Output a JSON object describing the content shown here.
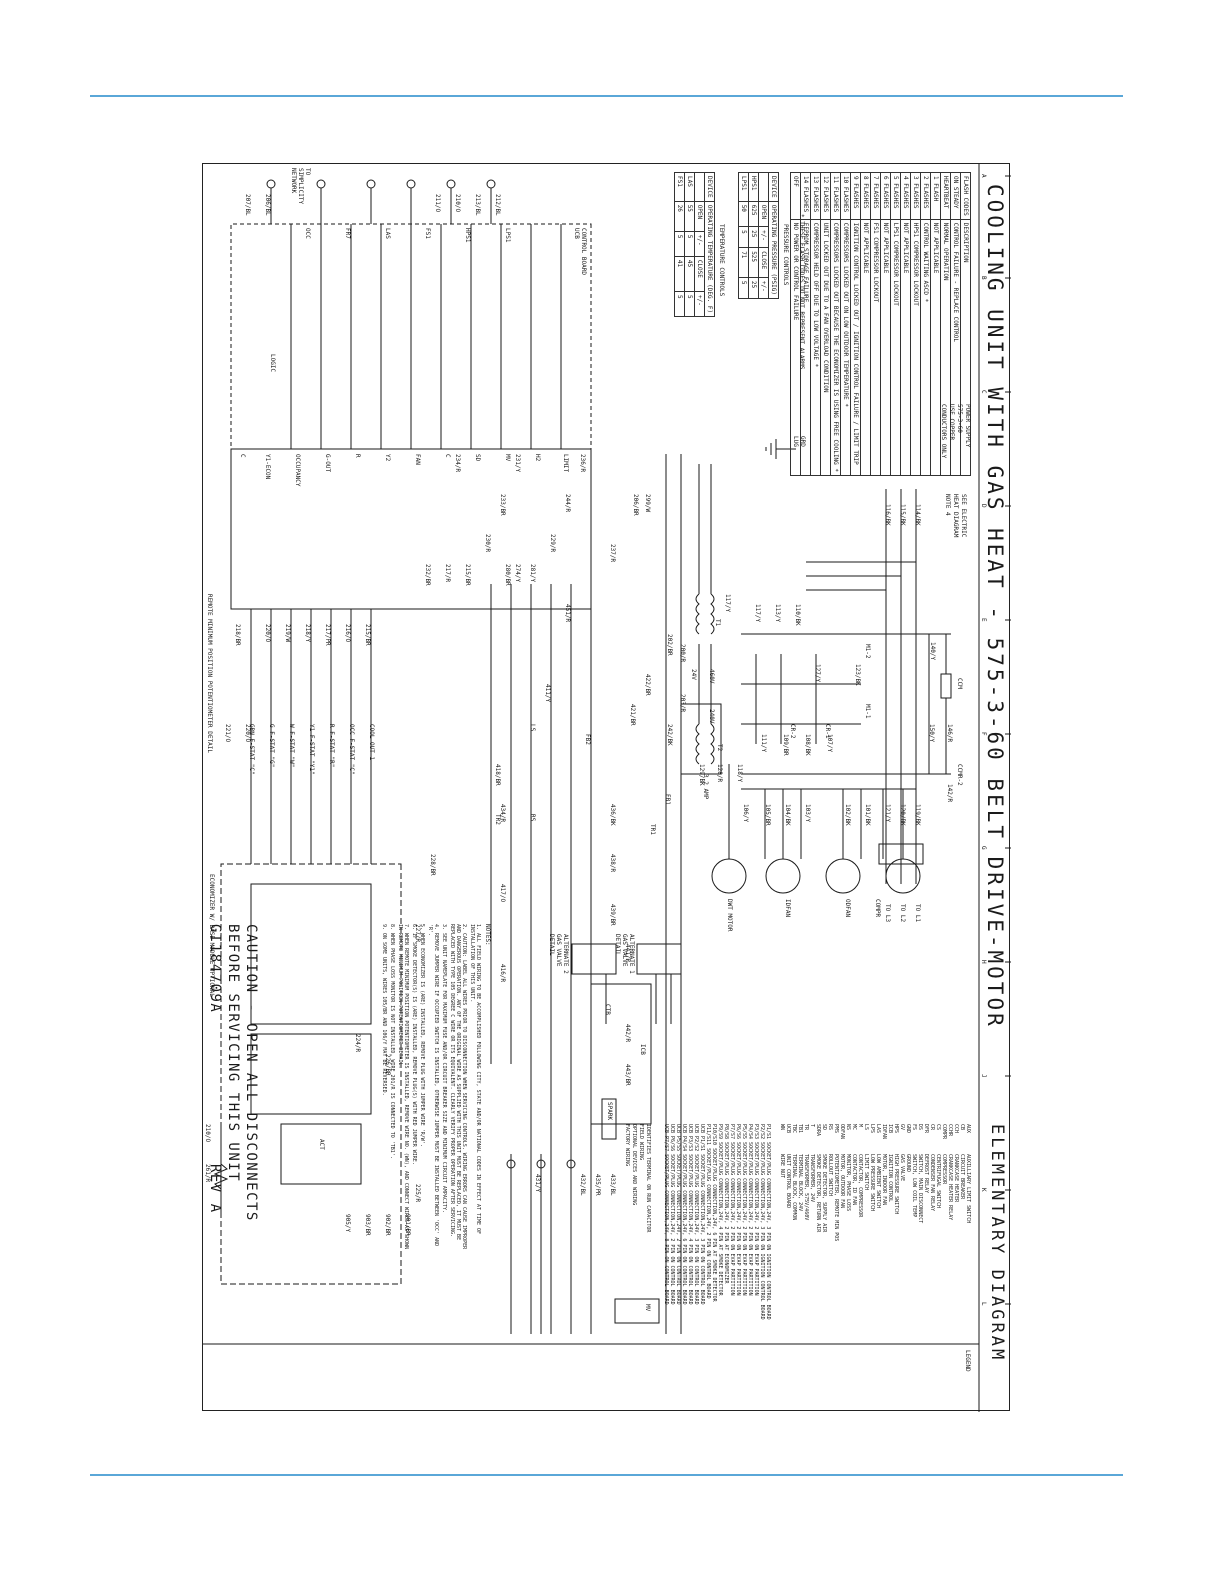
{
  "title_bar": {
    "main_title": "COOLING UNIT WITH GAS HEAT - 575-3-60 BELT DRIVE-MOTOR",
    "secondary_title": "ELEMENTARY DIAGRAM"
  },
  "grid_letters": [
    "A",
    "B",
    "C",
    "D",
    "E",
    "F",
    "G",
    "H",
    "J",
    "K",
    "L"
  ],
  "flash_codes": {
    "header": [
      "FLASH CODES",
      "DESCRIPTION"
    ],
    "rows": [
      [
        "ON STEADY",
        "CONTROL FAILURE - REPLACE CONTROL"
      ],
      [
        "HEARTBEAT",
        "NORMAL OPERATION"
      ],
      [
        "1 FLASH",
        "NOT APPLICABLE"
      ],
      [
        "2 FLASHES",
        "CONTROL WAITING ASCD *"
      ],
      [
        "3 FLASHES",
        "HPS1 COMPRESSOR LOCKOUT"
      ],
      [
        "4 FLASHES",
        "NOT APPLICABLE"
      ],
      [
        "5 FLASHES",
        "LPS1 COMPRESSOR LOCKOUT"
      ],
      [
        "6 FLASHES",
        "NOT APPLICABLE"
      ],
      [
        "7 FLASHES",
        "FS1 COMPRESSOR LOCKOUT"
      ],
      [
        "8 FLASHES",
        "NOT APPLICABLE"
      ],
      [
        "9 FLASHES",
        "IGNITION CONTROL LOCKED OUT / IGNITION CONTROL FAILURE / LIMIT TRIP"
      ],
      [
        "10 FLASHES",
        "COMPRESSORS LOCKED OUT ON LOW OUTDOOR TEMPERATURE *"
      ],
      [
        "11 FLASHES",
        "COMPRESSORS LOCKED OUT BECAUSE THE ECONOMIZER IS USING FREE COOLING *"
      ],
      [
        "12 FLASHES",
        "UNIT LOCKED OUT DUE TO A FAN OVERLOAD CONDITION"
      ],
      [
        "13 FLASHES",
        "COMPRESSOR HELD OFF DUE TO LOW VOLTAGE *"
      ],
      [
        "14 FLASHES",
        "EEPROM STORAGE FAILURE"
      ],
      [
        "OFF",
        "NO POWER OR CONTROL FAILURE"
      ]
    ],
    "footnote": "* THESE FLASH CODES DO NOT REPRESENT ALARMS"
  },
  "pressure_controls": {
    "title": "PRESSURE CONTROLS",
    "header": [
      "DEVICE",
      "OPERATING PRESSURE (PSIG)"
    ],
    "subheader": [
      "",
      "OPEN",
      "+/-",
      "CLOSE",
      "+/-"
    ],
    "rows": [
      [
        "HPS1",
        "625",
        "25",
        "525",
        "25"
      ],
      [
        "LPS1",
        "50",
        "5",
        "71",
        "5"
      ]
    ]
  },
  "temperature_controls": {
    "title": "TEMPERATURE CONTROLS",
    "header": [
      "DEVICE",
      "OPERATING TEMPERATURE (DEG. F)"
    ],
    "subheader": [
      "",
      "OPEN",
      "+/-",
      "CLOSE",
      "+/-"
    ],
    "rows": [
      [
        "LAS",
        "55",
        "5",
        "45",
        "5"
      ],
      [
        "FS1",
        "26",
        "5",
        "41",
        "5"
      ]
    ]
  },
  "power_supply": {
    "label_lines": [
      "POWER SUPPLY",
      "575-3-60",
      "USE COPPER",
      "CONDUCTORS ONLY"
    ],
    "heater_note_lines": [
      "SEE ELECTRIC",
      "HEAT DIAGRAM",
      "NOTE 4"
    ],
    "ground_lines": [
      "GRD",
      "LUG"
    ]
  },
  "components": {
    "ccm": "CCM",
    "ccmr2": "CCMR-2",
    "comp": "COMPR",
    "odfan": "ODFAN",
    "idfan": "IDFAN",
    "dwt_motor": "DWT MOTOR",
    "m1": "M1-1",
    "m2": "M1-2",
    "cr1": "CR-1",
    "cr2": "CR-2",
    "t1": "T1",
    "t2": "T2",
    "ics": "ICB",
    "ctb": "CTB",
    "mv": "MV",
    "spark": "SPARK",
    "lsr": "LS",
    "rs": "RS",
    "fb1": "FB1",
    "fb2": "FB2",
    "tr1": "TR1",
    "tr2": "TR2",
    "fuse": "3.2 AMP",
    "volt_460": "460V",
    "volt_24": "24V",
    "volt_240": "240V"
  },
  "gas_valves": {
    "alt1": [
      "ALTERNATE 1",
      "GAS VALVE",
      "DETAIL"
    ],
    "alt2": [
      "ALTERNATE 2",
      "GAS VALVE",
      "DETAIL"
    ]
  },
  "control_board": {
    "title_lines": [
      "CONTROL BOARD",
      "UCB"
    ],
    "terminals": [
      "LIMIT",
      "H2",
      "MV",
      "SD",
      "C",
      "FAN",
      "Y2",
      "R",
      "G-OUT",
      "OCCUPANCY",
      "Y1-ECON",
      "C"
    ],
    "inputs": [
      "LPS1",
      "HPS1",
      "FS1",
      "LAS",
      "FR7",
      "OCC"
    ],
    "to_simplicity_lines": [
      "TO",
      "SIMPLICITY",
      "NETWORK"
    ],
    "logic": "LOGIC"
  },
  "economizer": {
    "title": "ECONOMIZER W/ BASE MODULE OPTIONAL",
    "terminals": [
      "COOL OUT 1",
      "OCC F-STAT \"C\"",
      "R F-STAT \"R\"",
      "Y1 F-STAT \"Y1\"",
      "W F-STAT \"W\"",
      "G F-STAT \"G\"",
      "GRN F-STAT \"C\"",
      "ACT"
    ]
  },
  "remote_pot": "REMOTE MINIMUM POSITION POTENTIOMETER DETAIL",
  "legend": {
    "title": "LEGEND",
    "items": [
      [
        "AUX",
        "AUXILLIARY LIMIT SWITCH"
      ],
      [
        "CB",
        "CIRCUIT BREAKER"
      ],
      [
        "CCH",
        "CRANKCASE HEATER"
      ],
      [
        "CCHR",
        "CRANKCASE HEATER RELAY"
      ],
      [
        "COMPR",
        "COMPRESSOR"
      ],
      [
        "CS",
        "CENTRIFUGAL SWITCH"
      ],
      [
        "CR",
        "CONDENSER FAN RELAY"
      ],
      [
        "DFR",
        "DEFROST RELAY"
      ],
      [
        "DS",
        "SWITCH, MAIN DISCONNECT"
      ],
      [
        "FS",
        "SWITCH, LOW COIL TEMP"
      ],
      [
        "GND",
        "GROUND"
      ],
      [
        "GV",
        "GAS VALVE"
      ],
      [
        "HPS",
        "HIGH PRESSURE SWITCH"
      ],
      [
        "ICB",
        "IGNITION CONTROL"
      ],
      [
        "IDFAN",
        "MOTOR, INDOOR FAN"
      ],
      [
        "LAS",
        "LOW AMBIENT SWITCH"
      ],
      [
        "LPS",
        "LOW PRESSURE SWITCH"
      ],
      [
        "LS",
        "LIMIT SWITCH"
      ],
      [
        "M",
        "CONTACTOR, COMPRESSOR"
      ],
      [
        "MC",
        "CONTACTOR, ID FAN"
      ],
      [
        "NS",
        "MONITOR, PHASE LOSS"
      ],
      [
        "ODFAN",
        "MOTOR, OUTDOOR FAN"
      ],
      [
        "PMS",
        "POTENTIOMETER, REMOTE MIN POS"
      ],
      [
        "RS",
        "ROLLOUT SWITCH"
      ],
      [
        "SD",
        "SMOKE DETECTOR, SUPPLY AIR"
      ],
      [
        "SDRA",
        "SMOKE DETECTOR, RETURN AIR"
      ],
      [
        "T",
        "TRANSFORMER, 24V"
      ],
      [
        "TR",
        "TRANSFORMER, 575V/460V"
      ],
      [
        "TB1",
        "TERMINAL BLOCK, 24V"
      ],
      [
        "TBC",
        "TERMINAL BLOCK, COMMON"
      ],
      [
        "UCB",
        "UNIT CONTROL BOARD"
      ],
      [
        "WN",
        "WIRE NUT"
      ]
    ],
    "plugs": [
      "P1/S1 SOCKET/PLUG CONNECTION,24V, 3 PIN ON IGNITION CONTROL BOARD",
      "P2/S2 SOCKET/PLUG CONNECTION,24V, 3 PIN ON IGNITION CONTROL BOARD",
      "P3/S3 SOCKET/PLUG CONNECTION,24V, 2 PIN ON EVAP PARTITION",
      "P4/S4 SOCKET/PLUG CONNECTION,24V, 2 PIN ON EVAP PARTITION",
      "P5/S5 SOCKET/PLUG CONNECTION,24V, 2 PIN ON EVAP PARTITION",
      "P6/S6 SOCKET/PLUG CONNECTION,24V, 2 PIN ON EVAP PARTITION",
      "P7/S7 SOCKET/PLUG CONNECTION,24V, 2 PIN ON EVAP PARTITION",
      "P8/S8 SOCKET/PLUG CONNECTION,24V, 2 PIN AT ECONOMIZER",
      "P9/S9 SOCKET/PLUG CONNECTION,24V, 4 PIN AT SMOKE DETECTOR",
      "P10/S10 SOCKET/PLUG CONNECTION,24V, 6 PIN AT SMOKE DETECTOR",
      "P11/S11 SOCKET/PLUG CONNECTION,24V, 2 PIN ON CONTROL BOARD",
      "UCB P1/S1 SOCKET/PLUG CONNECTION,24V, 3 PIN ON CONTROL BOARD",
      "UCB P2/S2 SOCKET/PLUG CONNECTION,24V, 3 PIN ON CONTROL BOARD",
      "UCB P3/S3 SOCKET/PLUG CONNECTION,24V, 4 PIN ON CONTROL BOARD",
      "UCB P4/S4 SOCKET/PLUG CONNECTION,24V, 6 PIN ON CONTROL BOARD",
      "UCB P5/S5 SOCKET/PLUG CONNECTION,24V, 2 PIN ON CONTROL BOARD",
      "UCB P6/S6 SOCKET/PLUG CONNECTION,24V, 2 PIN ON CONTROL BOARD",
      "UCB P7/S7 SOCKET/PLUG CONNECTION,24V, 8 PIN ON CONTROL BOARD"
    ],
    "symbols": [
      "IDENTIFIES TERMINAL ON RUN CAPACITOR",
      "FIELD WIRING",
      "OPTIONAL DEVICES AND WIRING",
      "FACTORY WIRING"
    ]
  },
  "notes": {
    "title": "NOTES:",
    "items": [
      "1. ALL FIELD WIRING TO BE ACCOMPLISHED FOLLOWING CITY, STATE AND/OR NATIONAL CODES IN EFFECT AT TIME OF INSTALLATION OF THIS UNIT.",
      "2. CAUTION: LABEL ALL WIRES PRIOR TO DISCONNECTION WHEN SERVICING CONTROLS. WIRING ERRORS CAN CAUSE IMPROPER AND DANGEROUS OPERATION. ANY OF THE ORIGINAL WIRE AS SUPPLIED WITH THIS UNIT MUST BE REPLACED, IT MUST BE REPLACED WITH TYPE 105 DEGREE C WIRE OR ITS EQUIVALENT. CLEARLY VERIFY PROPER OPERATION AFTER SERVICING.",
      "3. SEE UNIT NAMEPLATE FOR MAXIMUM FUSE AND/OR CIRCUIT BREAKER SIZE AND MINIMUM CIRCUIT AMPACITY.",
      "4. REMOVE JUMPER WIRE IF OCCUPIED SWITCH IS INSTALLED, OTHERWISE JUMPER MUST BE INSTALLED BETWEEN 'OCC' AND 'R'.",
      "5. WHEN ECONOMIZER IS (ARE) INSTALLED, REMOVE PLUG WITH JUMPER WIRE 'R/W'.",
      "6. IF SMOKE DETECTOR(S) IS (ARE) INSTALLED, REMOVE PLUG(S) WITH RED JUMPER WIRE.",
      "7. WHEN REMOTE MINIMUM POSITION POTENTIOMETER IS INSTALLED, REMOVE WIRE NO. (WN), AND CONNECT WIRES AS SHOWN IN REMOTE MINIMUM POSITION POTENTIOMETER DETAIL.",
      "8. WHEN PHASE LOSS MONITOR IS NOT INSTALLED, WIRE 201/R IS CONNECTED TO 'TB1'.",
      "9. ON SOME UNITS, WIRES 105/BR AND 106/Y MAY BE REVERSED."
    ]
  },
  "caution": {
    "lines": [
      "CAUTION - OPEN ALL DISCONNECTS",
      "BEFORE SERVICING THIS UNIT"
    ],
    "doc_number": "GI184709A",
    "rev": "REV A"
  },
  "wire_labels": {
    "l1": "TO L1",
    "l2": "TO L2",
    "l3": "TO L3",
    "w1": "119/BK",
    "w2": "120/BK",
    "w3": "121/Y",
    "w4": "101/BK",
    "w5": "102/BK",
    "w6": "103/Y",
    "w7": "104/BK",
    "w8": "105/BR",
    "w9": "106/Y",
    "w10": "107/Y",
    "w11": "108/BK",
    "w12": "109/BR",
    "w13": "111/Y",
    "w14": "117/Y",
    "w15": "118/Y",
    "w16": "128/R",
    "w17": "129/BK",
    "w18": "200/R",
    "w19": "202/BR",
    "w20": "203/R",
    "w21": "242/BK",
    "w22": "299/W",
    "w23": "206/BR",
    "w24": "237/R",
    "w25": "436/BK",
    "w26": "438/R",
    "w27": "439/BR",
    "w28": "431/Y",
    "w29": "433/BL",
    "w30": "435/PR",
    "w31": "432/BL",
    "w32": "228/BR",
    "w33": "227/R",
    "w34": "226/BR",
    "w35": "224/R",
    "w36": "225/R",
    "w37": "901/BR",
    "w38": "902/BR",
    "w39": "903/BR",
    "w40": "905/Y",
    "w41": "236/R",
    "w42": "244/R",
    "w43": "229/R",
    "w44": "231/Y",
    "w45": "233/BR",
    "w46": "230/R",
    "w47": "234/R",
    "w48": "212/BL",
    "w49": "213/BL",
    "w50": "210/O",
    "w51": "211/O",
    "w52": "206/BL",
    "w53": "207/BL",
    "w54": "218/BR",
    "w55": "220/O",
    "w56": "219/W",
    "w57": "218/Y",
    "w58": "217/PR",
    "w59": "216/O",
    "w60": "215/BR",
    "w61": "220/O",
    "w62": "221/O",
    "w63": "261/R",
    "w64": "210/O",
    "w65": "422/BR",
    "w66": "421/BR",
    "w67": "140/Y",
    "w68": "146/R",
    "w69": "142/R",
    "w70": "150/Y",
    "w71": "123/BK",
    "w72": "127/Y",
    "w73": "114/BK",
    "w74": "115/BK",
    "w75": "116/BK",
    "w76": "110/BK",
    "w77": "113/Y",
    "w78": "117/Y",
    "w79": "451/R",
    "w80": "411/Y",
    "w81": "232/BR",
    "w82": "280/BR",
    "w83": "281/Y",
    "w84": "274/Y",
    "w85": "215/BR",
    "w86": "217/R",
    "w87": "418/BR",
    "w88": "434/R",
    "w89": "417/O",
    "w90": "416/R",
    "w91": "441/R",
    "w92": "442/R",
    "w93": "443/BR"
  }
}
